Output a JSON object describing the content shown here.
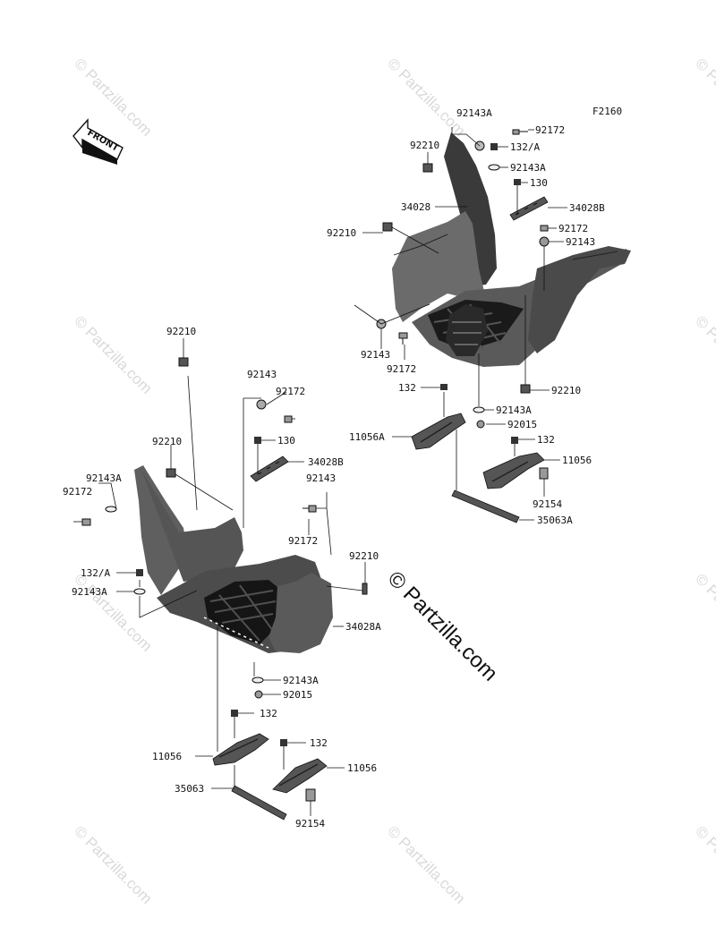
{
  "figure_code": "F2160",
  "front_arrow_text": "FRONT",
  "watermark_text": "© Partzilla.com",
  "callouts": {
    "r_92143A_top": "92143A",
    "r_92172_top": "92172",
    "r_132A": "132/A",
    "r_92210_top": "92210",
    "r_92143A_2": "92143A",
    "r_130": "130",
    "r_34028": "34028",
    "r_34028B": "34028B",
    "r_92210_mid": "92210",
    "r_92172_mid": "92172",
    "r_92143_mid": "92143",
    "r_92143_low": "92143",
    "r_92172_low": "92172",
    "r_132": "132",
    "r_92210_low": "92210",
    "r_92143A_low": "92143A",
    "r_11056A": "11056A",
    "r_92015": "92015",
    "r_132_b": "132",
    "r_11056": "11056",
    "r_92154": "92154",
    "r_35063A": "35063A",
    "l_92210_top": "92210",
    "l_92143": "92143",
    "l_92172": "92172",
    "l_130": "130",
    "l_92210_2": "92210",
    "l_34028B": "34028B",
    "l_92143A": "92143A",
    "l_92143_b": "92143",
    "l_92172_left": "92172",
    "l_92172_b": "92172",
    "l_92210_right": "92210",
    "l_132A": "132/A",
    "l_92143A_2": "92143A",
    "l_34028A": "34028A",
    "l_92143A_3": "92143A",
    "l_92015": "92015",
    "l_132": "132",
    "l_11056": "11056",
    "l_132_b": "132",
    "l_11056_b": "11056",
    "l_35063": "35063",
    "l_92154": "92154"
  }
}
